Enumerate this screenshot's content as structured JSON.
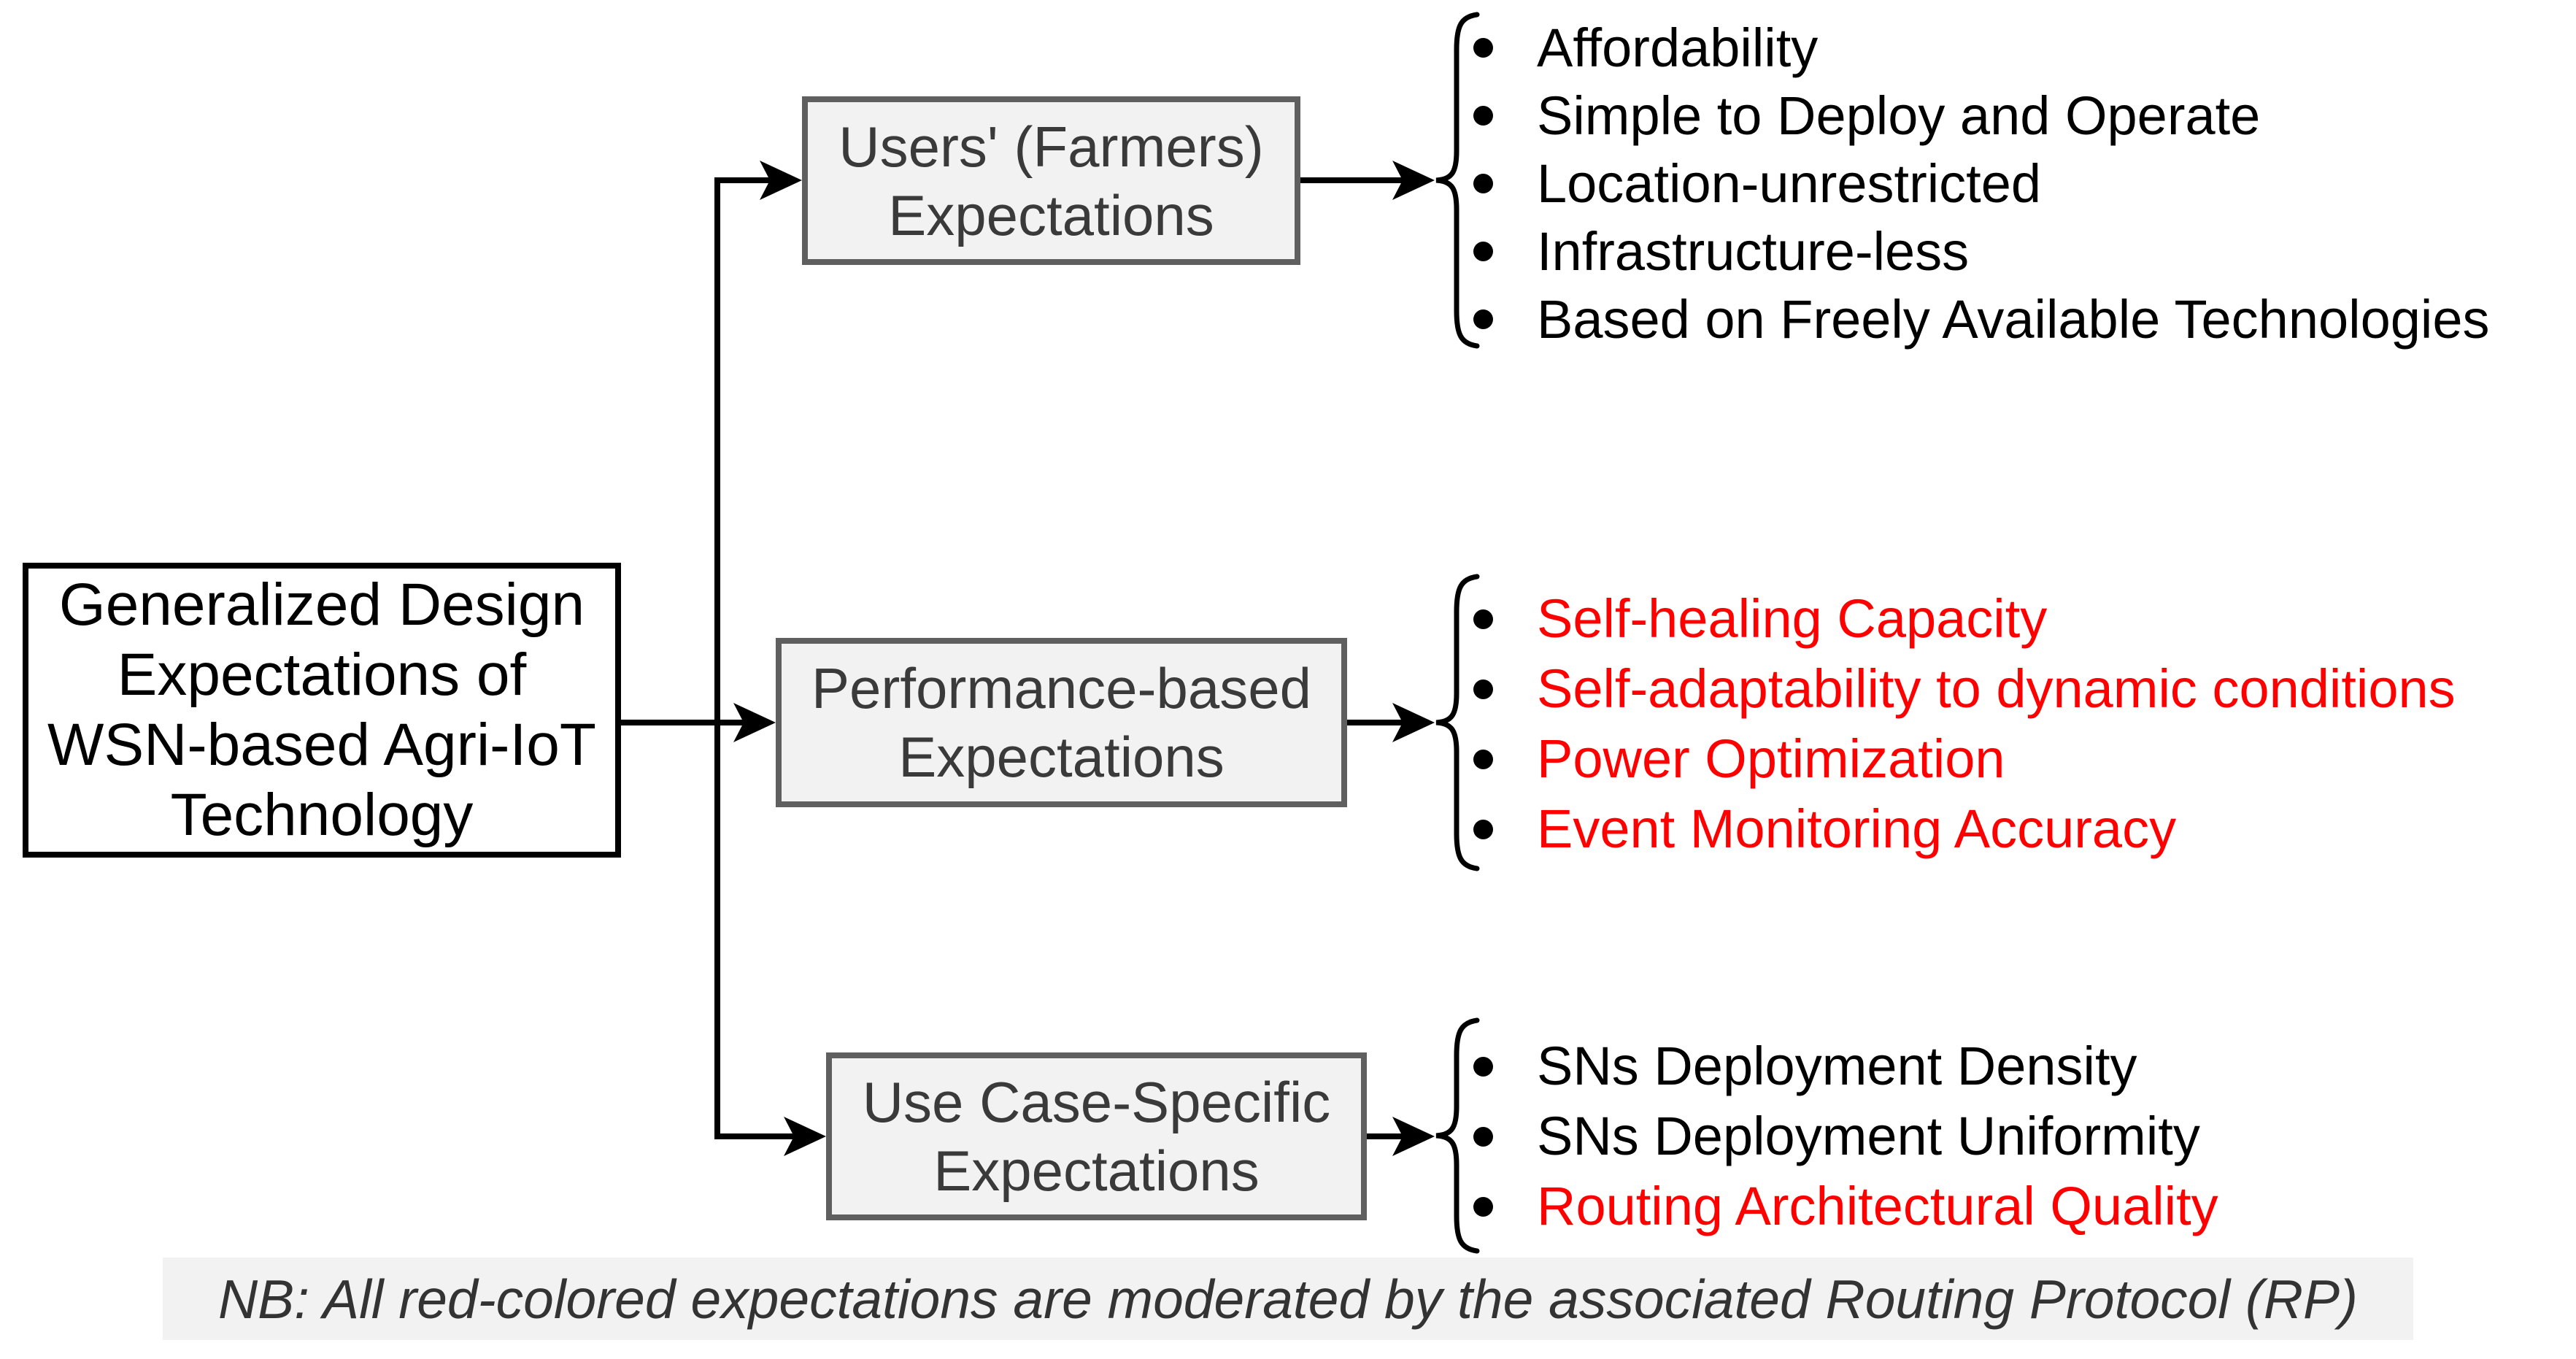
{
  "root_box": {
    "label": "Generalized Design\nExpectations of\nWSN-based Agri-IoT\nTechnology"
  },
  "branches": [
    {
      "id": "users",
      "box_label": "Users' (Farmers)\nExpectations",
      "items": [
        {
          "label": "Affordability",
          "red": false
        },
        {
          "label": "Simple to Deploy and Operate",
          "red": false
        },
        {
          "label": "Location-unrestricted",
          "red": false
        },
        {
          "label": "Infrastructure-less",
          "red": false
        },
        {
          "label": "Based on Freely Available Technologies",
          "red": false
        }
      ]
    },
    {
      "id": "performance",
      "box_label": "Performance-based\nExpectations",
      "items": [
        {
          "label": "Self-healing Capacity",
          "red": true
        },
        {
          "label": "Self-adaptability to dynamic conditions",
          "red": true
        },
        {
          "label": "Power Optimization",
          "red": true
        },
        {
          "label": "Event Monitoring Accuracy",
          "red": true
        }
      ]
    },
    {
      "id": "usecase",
      "box_label": "Use Case-Specific\nExpectations",
      "items": [
        {
          "label": "SNs Deployment Density",
          "red": false
        },
        {
          "label": "SNs Deployment Uniformity",
          "red": false
        },
        {
          "label": "Routing Architectural Quality",
          "red": true
        }
      ]
    }
  ],
  "note": {
    "text": "NB: All red-colored expectations are moderated by the associated Routing Protocol (RP)"
  },
  "colors": {
    "red": "#ff0000",
    "box_border": "#5f5f5f",
    "box_fill": "#f2f2f2",
    "note_bg": "#f2f2f2",
    "text_dark": "#3a3a3a",
    "line": "#000000"
  }
}
